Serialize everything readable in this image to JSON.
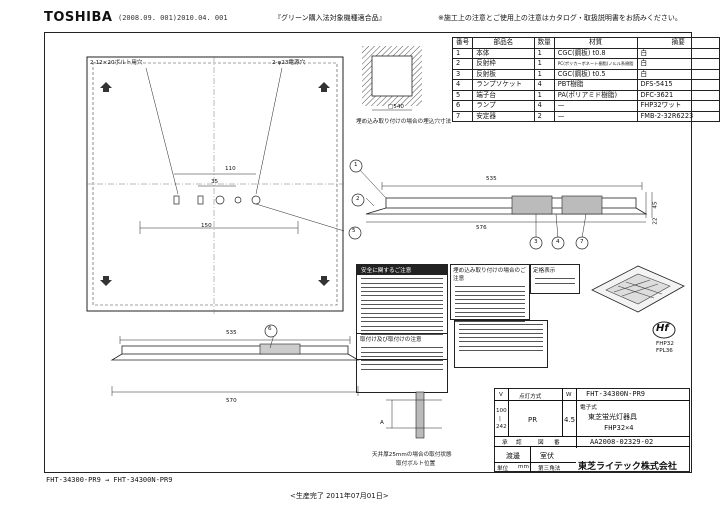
{
  "header": {
    "brand": "TOSHIBA",
    "revision": "(2008.09. 001)2010.04. 001",
    "green_purchase": "『グリーン購入法対象機種適合品』",
    "caution": "※施工上の注意とご使用上の注意はカタログ・取扱説明書をお読みください。"
  },
  "parts_table": {
    "headers": [
      "番号",
      "部品名",
      "数量",
      "材質",
      "摘要"
    ],
    "rows": [
      [
        "1",
        "本体",
        "1",
        "CGC(鋼板) t0.8",
        "白"
      ],
      [
        "2",
        "反射枠",
        "1",
        "PC(ポリカーボネート樹脂)ノルル系樹脂",
        "白"
      ],
      [
        "3",
        "反射板",
        "1",
        "CGC(鋼板) t0.5",
        "白"
      ],
      [
        "4",
        "ランプソケット",
        "4",
        "PBT樹脂",
        "DFS-5415"
      ],
      [
        "5",
        "端子台",
        "1",
        "PA(ポリアミド樹脂)",
        "DFC-3621"
      ],
      [
        "6",
        "ランプ",
        "4",
        "—",
        "FHP32ワット"
      ],
      [
        "7",
        "安定器",
        "2",
        "—",
        "FMB-2-32R6223"
      ]
    ]
  },
  "drawing": {
    "bolt_label": "2-12×20ボルト用穴",
    "power_hole_label": "2-φ23電源穴",
    "dim_110": "110",
    "dim_35": "35",
    "dim_150": "150",
    "cutout_label": "□540",
    "cutout_caption": "埋め込み取り付けの場合の埋込穴寸法",
    "side_535_top": "535",
    "side_576": "576",
    "side_535_bottom": "535",
    "side_570": "570",
    "dim_45": "45",
    "dim_22": "22",
    "callouts": [
      "1",
      "2",
      "3",
      "4",
      "5",
      "6",
      "7"
    ],
    "hf_mark": "Hf",
    "lamp_fhp": "FHP32",
    "lamp_fpl": "FPL36",
    "ceiling_note": "天井厚25mmの場合の取付状態",
    "ceiling_note2": "取付ボルト位置"
  },
  "notes": {
    "safety_title": "安全に関するご注意",
    "embed_title": "埋め込み取り付けの場合のご注意",
    "other_title": "取付け及び取付けの注意",
    "rating_title": "定格表示"
  },
  "title_block": {
    "model": "FHT-34300N-PR9",
    "col_heads": [
      "V",
      "点灯方式",
      "W"
    ],
    "voltage_top": "100",
    "voltage_bar": "|",
    "voltage_bottom": "242",
    "method": "PR",
    "watts": "4.5",
    "type_label": "電子式",
    "product_name": "東芝蛍光灯器具",
    "lamp_spec": "FHP32×4",
    "row_labels": [
      "承",
      "認",
      "図",
      "番"
    ],
    "approval": "承認",
    "drawing_no": "AA2008-02329-02",
    "names": [
      "渡邊",
      "室伏"
    ],
    "unit_label": "単位",
    "unit": "mm",
    "angle_label": "第三角法",
    "company": "東芝ライテック株式会社"
  },
  "footer": {
    "models": "FHT-34300-PR9 → FHT-34300N-PR9",
    "production_end": "<生産完了 2011年07月01日>"
  }
}
